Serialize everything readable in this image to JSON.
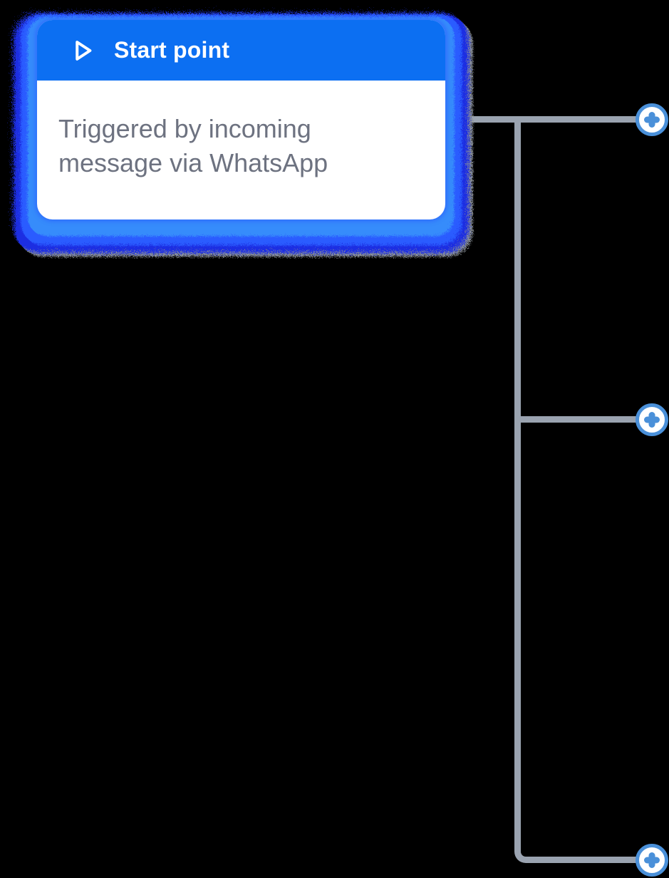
{
  "flow": {
    "node": {
      "title": "Start point",
      "description": "Triggered by incoming message via WhatsApp",
      "selected": true
    },
    "add_buttons": [
      "top",
      "middle",
      "bottom"
    ]
  },
  "icons": {
    "node_header_icon": "play-icon",
    "add_button_icon": "plus-icon"
  },
  "colors": {
    "background": "#000000",
    "header_blue": "#0c6ff2",
    "selection_glow_outer": "#1e2fe2",
    "selection_glow_inner": "#2b5bff",
    "selection_glow_highlight": "#3fb4f8",
    "connector_gray": "#9aa3b0",
    "plus_ring_blue": "#4a90d9",
    "node_text_gray": "#6d7280",
    "card_shadow_gray": "#8a9097"
  }
}
